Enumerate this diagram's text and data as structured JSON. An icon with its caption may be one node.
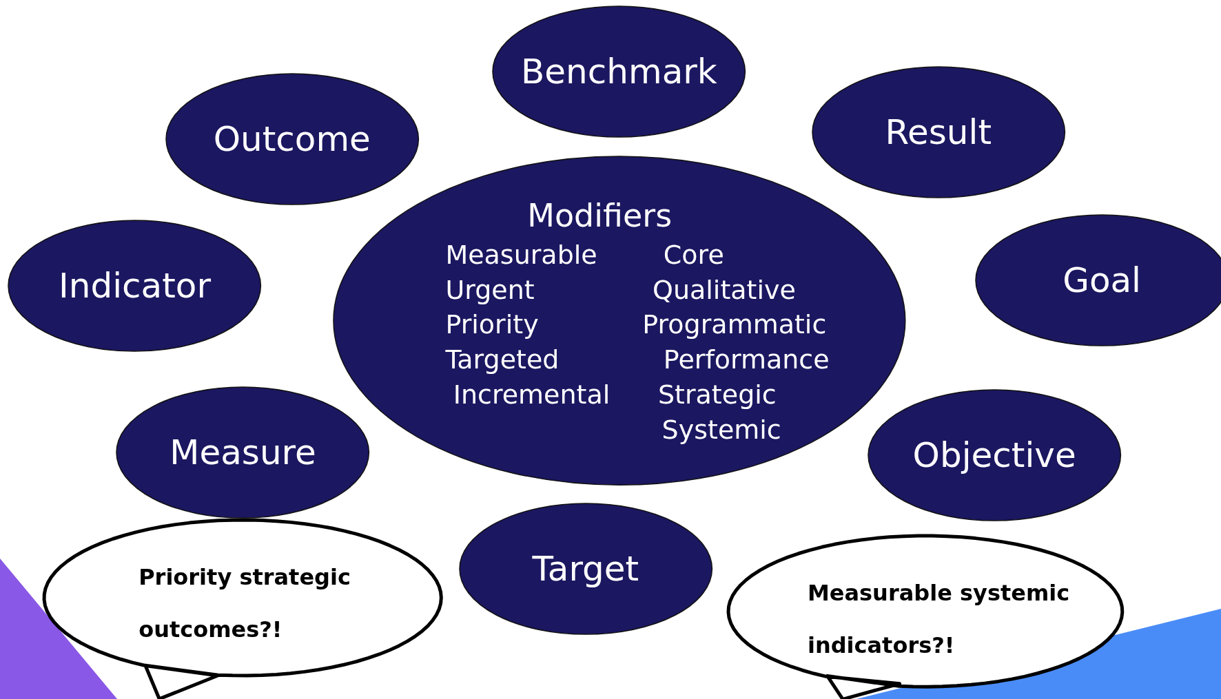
{
  "diagram": {
    "nodes": [
      {
        "text": [
          "Benchmark"
        ]
      },
      {
        "text": [
          "Outcome"
        ]
      },
      {
        "text": [
          "Result"
        ]
      },
      {
        "text": [
          "Modifiers",
          "Measurable",
          "Core",
          "Urgent",
          "Qualitative",
          "Priority",
          "Programmatic",
          "Targeted",
          "Performance",
          "Incremental",
          "Strategic",
          "Systemic"
        ]
      },
      {
        "text": [
          "Indicator"
        ]
      },
      {
        "text": [
          "Goal"
        ]
      },
      {
        "text": [
          "Measure"
        ]
      },
      {
        "text": [
          "Objective"
        ]
      },
      {
        "text": [
          "Priority strategic outcomes?!"
        ]
      },
      {
        "text": [
          "Target"
        ]
      },
      {
        "text": [
          "Measurable systemic indicators?!"
        ]
      }
    ]
  }
}
